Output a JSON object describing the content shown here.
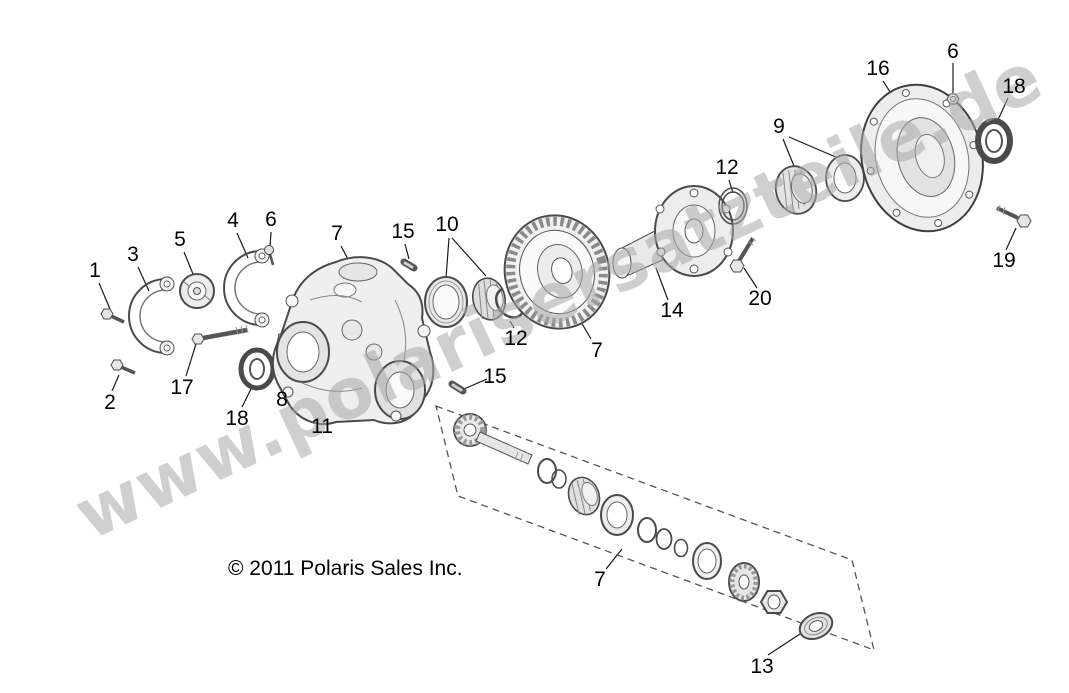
{
  "watermark": {
    "text": "www.polarisersatzteile.de"
  },
  "copyright": {
    "text": "© 2011 Polaris Sales Inc."
  },
  "callouts": [
    {
      "label": "1"
    },
    {
      "label": "2"
    },
    {
      "label": "3"
    },
    {
      "label": "4"
    },
    {
      "label": "5"
    },
    {
      "label": "6"
    },
    {
      "label": "7"
    },
    {
      "label": "15"
    },
    {
      "label": "10"
    },
    {
      "label": "12"
    },
    {
      "label": "7"
    },
    {
      "label": "14"
    },
    {
      "label": "20"
    },
    {
      "label": "12"
    },
    {
      "label": "9"
    },
    {
      "label": "16"
    },
    {
      "label": "6"
    },
    {
      "label": "18"
    },
    {
      "label": "19"
    },
    {
      "label": "17"
    },
    {
      "label": "18"
    },
    {
      "label": "8"
    },
    {
      "label": "11"
    },
    {
      "label": "15"
    },
    {
      "label": "7"
    },
    {
      "label": "13"
    }
  ]
}
